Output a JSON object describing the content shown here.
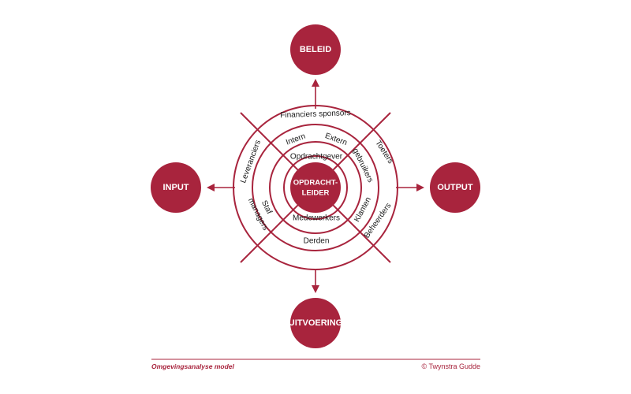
{
  "nodes": {
    "top": "BELEID",
    "left": "INPUT",
    "right": "OUTPUT",
    "bottom": "UITVOERING"
  },
  "center": {
    "line1": "OPDRACHT-",
    "line2": "LEIDER"
  },
  "labels": {
    "financiers": "Financiers sponsors",
    "leveranciers": "Leveranciers",
    "toeters": "Toeters",
    "intern": "Intern",
    "extern": "Extern",
    "opdrachtgever": "Opdrachtgever",
    "gebruikers": "gebruikers",
    "staf_line1": "Staf",
    "staf_line2": "managers",
    "klanten": "Klanten",
    "beheerders": "Beheerders",
    "medewerkers": "Medewerkers",
    "derden": "Derden"
  },
  "footer": {
    "left": "Omgevingsanalyse model",
    "right": "© Twynstra Gudde"
  },
  "colors": {
    "accent": "#a8243d"
  }
}
